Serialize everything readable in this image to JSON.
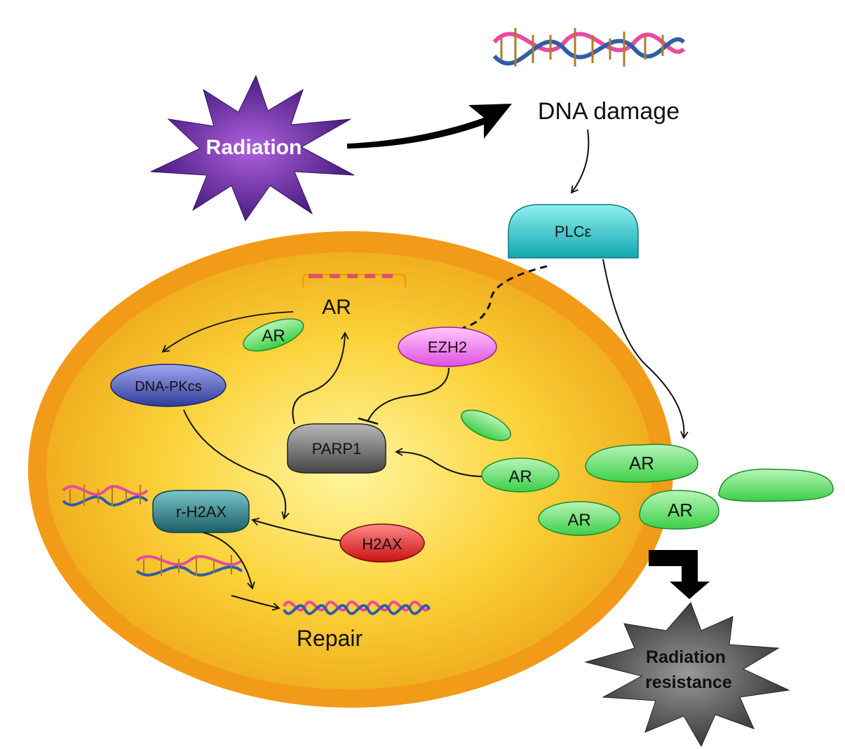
{
  "labels": {
    "radiation": "Radiation",
    "dna_damage": "DNA damage",
    "plc": "PLCε",
    "ar_gene": "AR",
    "ar_small": "AR",
    "ezh2": "EZH2",
    "dna_pkcs": "DNA-PKcs",
    "parp1": "PARP1",
    "ar_inner": "AR",
    "ar_right_1": "AR",
    "ar_right_2": "AR",
    "ar_right_3": "AR",
    "r_h2ax": "r-H2AX",
    "h2ax": "H2AX",
    "repair": "Repair",
    "resistance_line1": "Radiation",
    "resistance_line2": "resistance"
  },
  "colors": {
    "radiation_star": "#6a2fa0",
    "plc": "#2ec4c4",
    "ar": "#66e06a",
    "ezh2": "#f07cf0",
    "dna_pkcs": "#4a5ab8",
    "parp1": "#6e6e6e",
    "r_h2ax": "#2a7f86",
    "h2ax": "#e02020",
    "cell_outer": "#f2a21c",
    "cell_inner": "#fbd23a",
    "resistance_star": "#555555"
  }
}
